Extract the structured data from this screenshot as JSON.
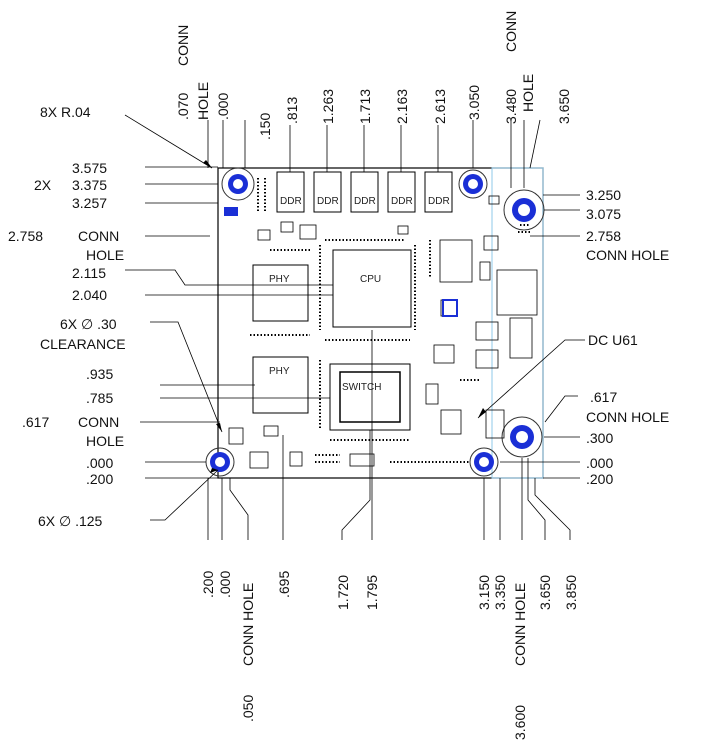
{
  "top": {
    "conn_hole_left": "CONN",
    "hole_left": "HOLE",
    "x_070": ".070",
    "x_000": ".000",
    "x_150": ".150",
    "x_813": ".813",
    "x_1263": "1.263",
    "x_1713": "1.713",
    "x_2163": "2.163",
    "x_2613": "2.613",
    "x_3050": "3.050",
    "conn_right": "CONN",
    "x_3480": "3.480",
    "hole_right": "HOLE",
    "x_3650": "3.650"
  },
  "left": {
    "r04": "8X R.04",
    "y_3575": "3.575",
    "two_x": "2X",
    "y_3375": "3.375",
    "y_3257": "3.257",
    "y_2758": "2.758",
    "conn_a": "CONN",
    "hole_a": "HOLE",
    "y_2115": "2.115",
    "y_2040": "2.040",
    "clear_a": "6X ∅ .30",
    "clear_b": "CLEARANCE",
    "y_935": ".935",
    "y_785": ".785",
    "y_617": ".617",
    "conn_b": "CONN",
    "hole_b": "HOLE",
    "y_000": ".000",
    "y_200": ".200",
    "dia125": "6X ∅ .125"
  },
  "right": {
    "y_3250": "3.250",
    "y_3075": "3.075",
    "y_2758": "2.758",
    "conn_hole_a": "CONN HOLE",
    "dc": "DC U61",
    "y_617": ".617",
    "conn_hole_b": "CONN HOLE",
    "y_300": ".300",
    "y_000": ".000",
    "y_200": ".200"
  },
  "bottom": {
    "x_200": ".200",
    "x_000": ".000",
    "conn_hole": "CONN HOLE",
    "x_050": ".050",
    "x_695": ".695",
    "x_1720": "1.720",
    "x_1795": "1.795",
    "x_3150": "3.150",
    "x_3350": "3.350",
    "conn_hole_r": "CONN HOLE",
    "x_3600": "3.600",
    "x_3650": "3.650",
    "x_3850": "3.850"
  },
  "components": {
    "ddr": [
      "DDR",
      "DDR",
      "DDR",
      "DDR",
      "DDR"
    ],
    "phy_1": "PHY",
    "phy_2": "PHY",
    "cpu": "CPU",
    "switch": "SWITCH"
  },
  "colors": {
    "hole_fill": "#1a2fd6",
    "outline": "#000000",
    "board_accent": "#8fc8e8"
  }
}
